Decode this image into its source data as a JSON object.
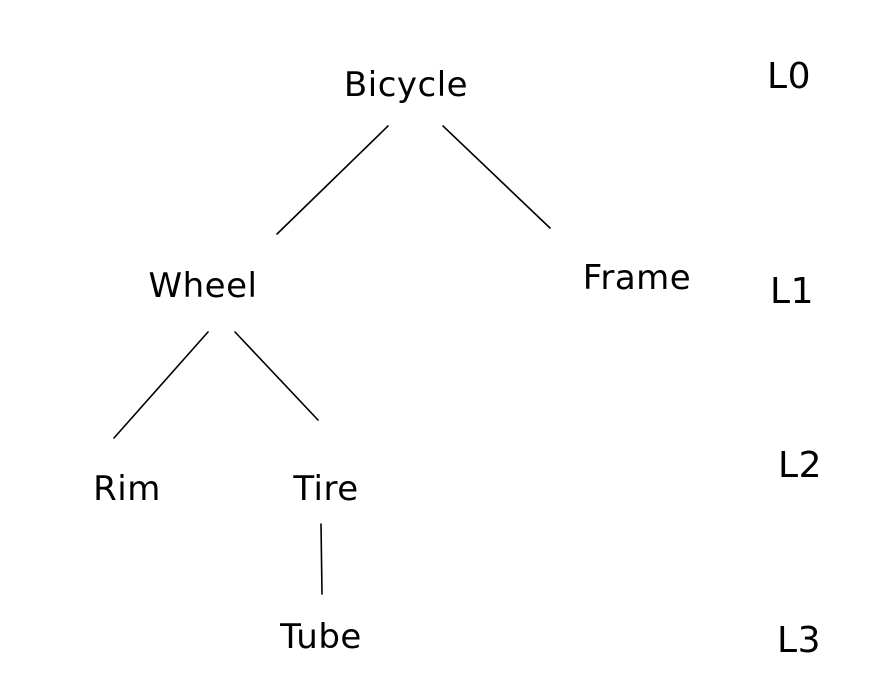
{
  "nodes": {
    "bicycle": "Bicycle",
    "wheel": "Wheel",
    "frame": "Frame",
    "rim": "Rim",
    "tire": "Tire",
    "tube": "Tube"
  },
  "levels": [
    "L0",
    "L1",
    "L2",
    "L3"
  ],
  "edges": [
    [
      "bicycle",
      "wheel"
    ],
    [
      "bicycle",
      "frame"
    ],
    [
      "wheel",
      "rim"
    ],
    [
      "wheel",
      "tire"
    ],
    [
      "tire",
      "tube"
    ]
  ]
}
